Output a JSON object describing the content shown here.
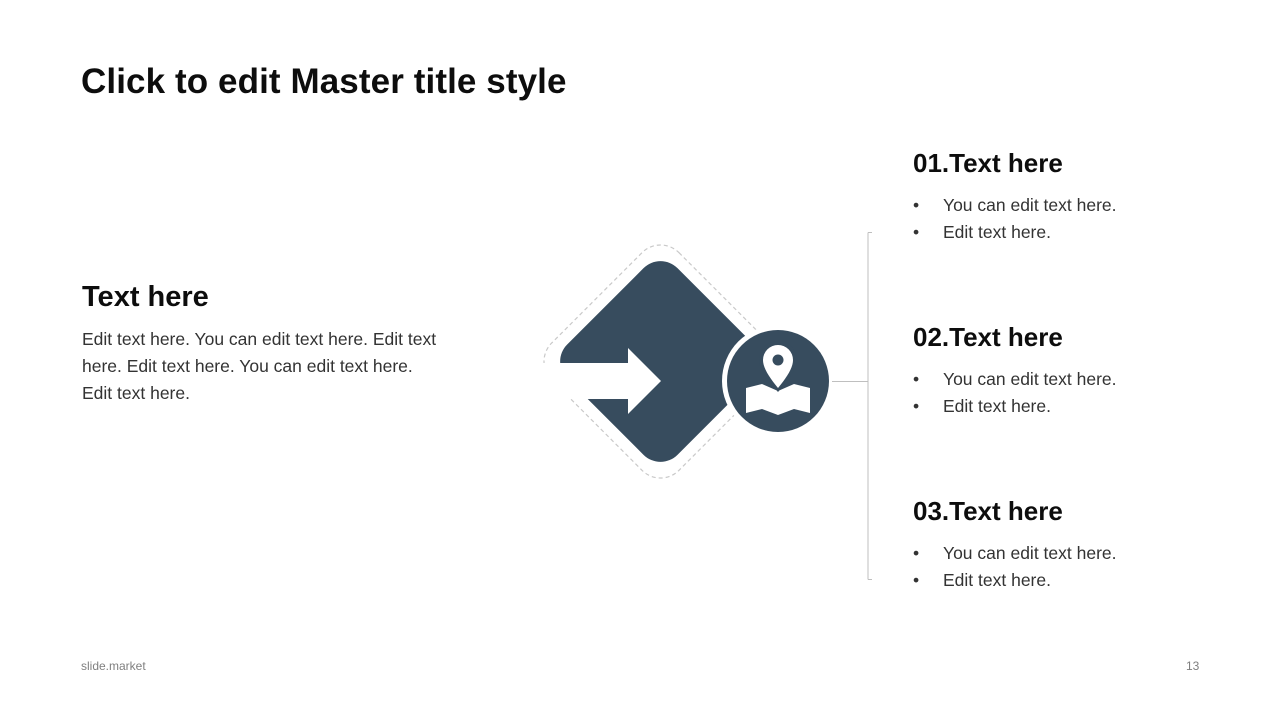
{
  "slide": {
    "title": "Click to edit Master title style",
    "left": {
      "heading": "Text here",
      "body": "Edit text here. You can edit text here. Edit text here. Edit text here. You can edit text here. Edit text here."
    },
    "items": [
      {
        "number_title": "01.Text here",
        "bullets": [
          "You can edit text here.",
          "Edit text here."
        ]
      },
      {
        "number_title": "02.Text here",
        "bullets": [
          "You can edit text here.",
          "Edit text here."
        ]
      },
      {
        "number_title": "03.Text here",
        "bullets": [
          "You can edit text here.",
          "Edit text here."
        ]
      }
    ],
    "bullet_char": "•",
    "footer": {
      "brand": "slide.market",
      "page_number": "13"
    }
  },
  "colors": {
    "accent": "#374c5e",
    "connector": "#bfbfbf",
    "dashed_outline": "#c9c9c9"
  },
  "icons": {
    "main": "arrow-right-icon",
    "badge": "map-pin-icon"
  }
}
